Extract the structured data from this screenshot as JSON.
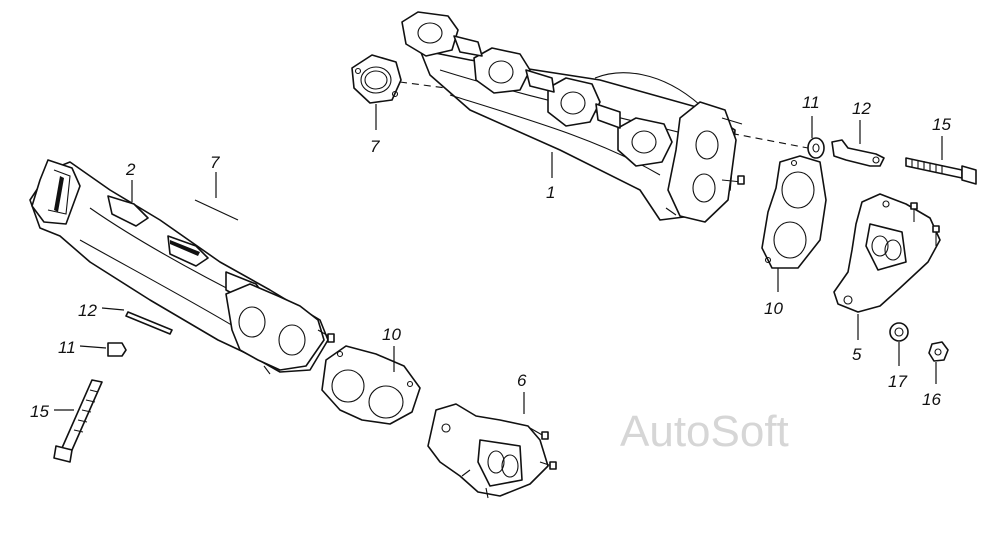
{
  "watermark": "AutoSoft",
  "callouts": {
    "c1": "1",
    "c2": "2",
    "c5": "5",
    "c6": "6",
    "c7a": "7",
    "c7b": "7",
    "c10a": "10",
    "c10b": "10",
    "c11a": "11",
    "c11b": "11",
    "c12a": "12",
    "c12b": "12",
    "c15a": "15",
    "c15b": "15",
    "c16": "16",
    "c17": "17"
  },
  "parts": [
    {
      "id": "exhaust-manifold-right",
      "callout": "1"
    },
    {
      "id": "exhaust-manifold-left",
      "callout": "2"
    },
    {
      "id": "flange-right",
      "callout": "5"
    },
    {
      "id": "flange-left",
      "callout": "6"
    },
    {
      "id": "port-gasket",
      "callout": "7"
    },
    {
      "id": "flange-gasket",
      "callout": "10"
    },
    {
      "id": "spacer",
      "callout": "11"
    },
    {
      "id": "bracket",
      "callout": "12"
    },
    {
      "id": "bolt",
      "callout": "15"
    },
    {
      "id": "nut",
      "callout": "16"
    },
    {
      "id": "washer",
      "callout": "17"
    }
  ]
}
